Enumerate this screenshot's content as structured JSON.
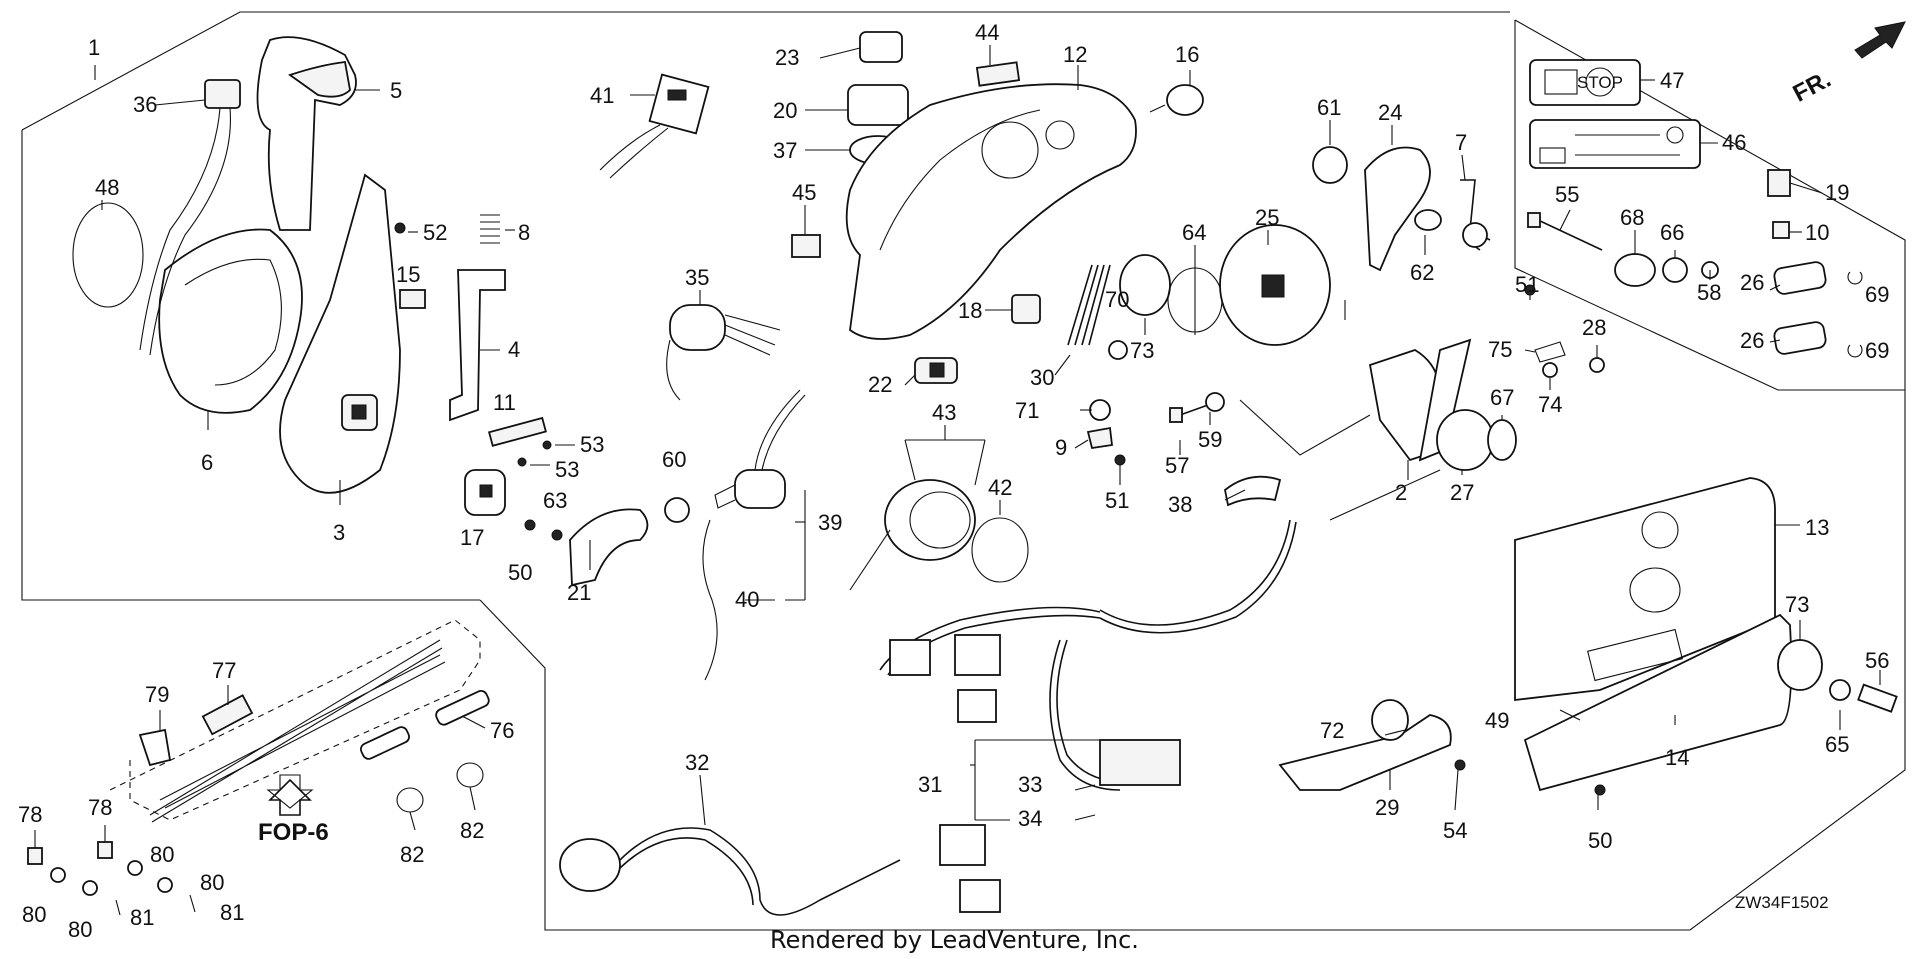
{
  "diagram": {
    "footer_text": "Rendered by LeadVenture, Inc.",
    "diagram_code": "ZW34F1502",
    "direction_label": "FR.",
    "reference_label": "FOP-6",
    "callouts": {
      "c1": "1",
      "c2": "2",
      "c3": "3",
      "c4": "4",
      "c5": "5",
      "c6": "6",
      "c7": "7",
      "c8": "8",
      "c9": "9",
      "c10": "10",
      "c11": "11",
      "c12": "12",
      "c13": "13",
      "c14": "14",
      "c15": "15",
      "c16": "16",
      "c17": "17",
      "c18": "18",
      "c19": "19",
      "c20": "20",
      "c21": "21",
      "c22": "22",
      "c23": "23",
      "c24": "24",
      "c25": "25",
      "c26a": "26",
      "c26b": "26",
      "c27": "27",
      "c28": "28",
      "c29": "29",
      "c30": "30",
      "c31": "31",
      "c32": "32",
      "c33": "33",
      "c34": "34",
      "c35": "35",
      "c36": "36",
      "c37": "37",
      "c38": "38",
      "c39": "39",
      "c40": "40",
      "c41": "41",
      "c42": "42",
      "c43": "43",
      "c44": "44",
      "c45": "45",
      "c46": "46",
      "c47": "47",
      "c48": "48",
      "c49": "49",
      "c50a": "50",
      "c50b": "50",
      "c51a": "51",
      "c51b": "51",
      "c52": "52",
      "c53a": "53",
      "c53b": "53",
      "c54": "54",
      "c55": "55",
      "c56": "56",
      "c57": "57",
      "c58": "58",
      "c59": "59",
      "c60": "60",
      "c61": "61",
      "c62": "62",
      "c63": "63",
      "c64": "64",
      "c65": "65",
      "c66": "66",
      "c67": "67",
      "c68": "68",
      "c69a": "69",
      "c69b": "69",
      "c70": "70",
      "c71": "71",
      "c72": "72",
      "c73a": "73",
      "c73b": "73",
      "c74": "74",
      "c75": "75",
      "c76": "76",
      "c77": "77",
      "c78a": "78",
      "c78b": "78",
      "c79": "79",
      "c80a": "80",
      "c80b": "80",
      "c80c": "80",
      "c80d": "80",
      "c81a": "81",
      "c81b": "81",
      "c82a": "82",
      "c82b": "82"
    },
    "decal_stop_text": "STOP"
  }
}
